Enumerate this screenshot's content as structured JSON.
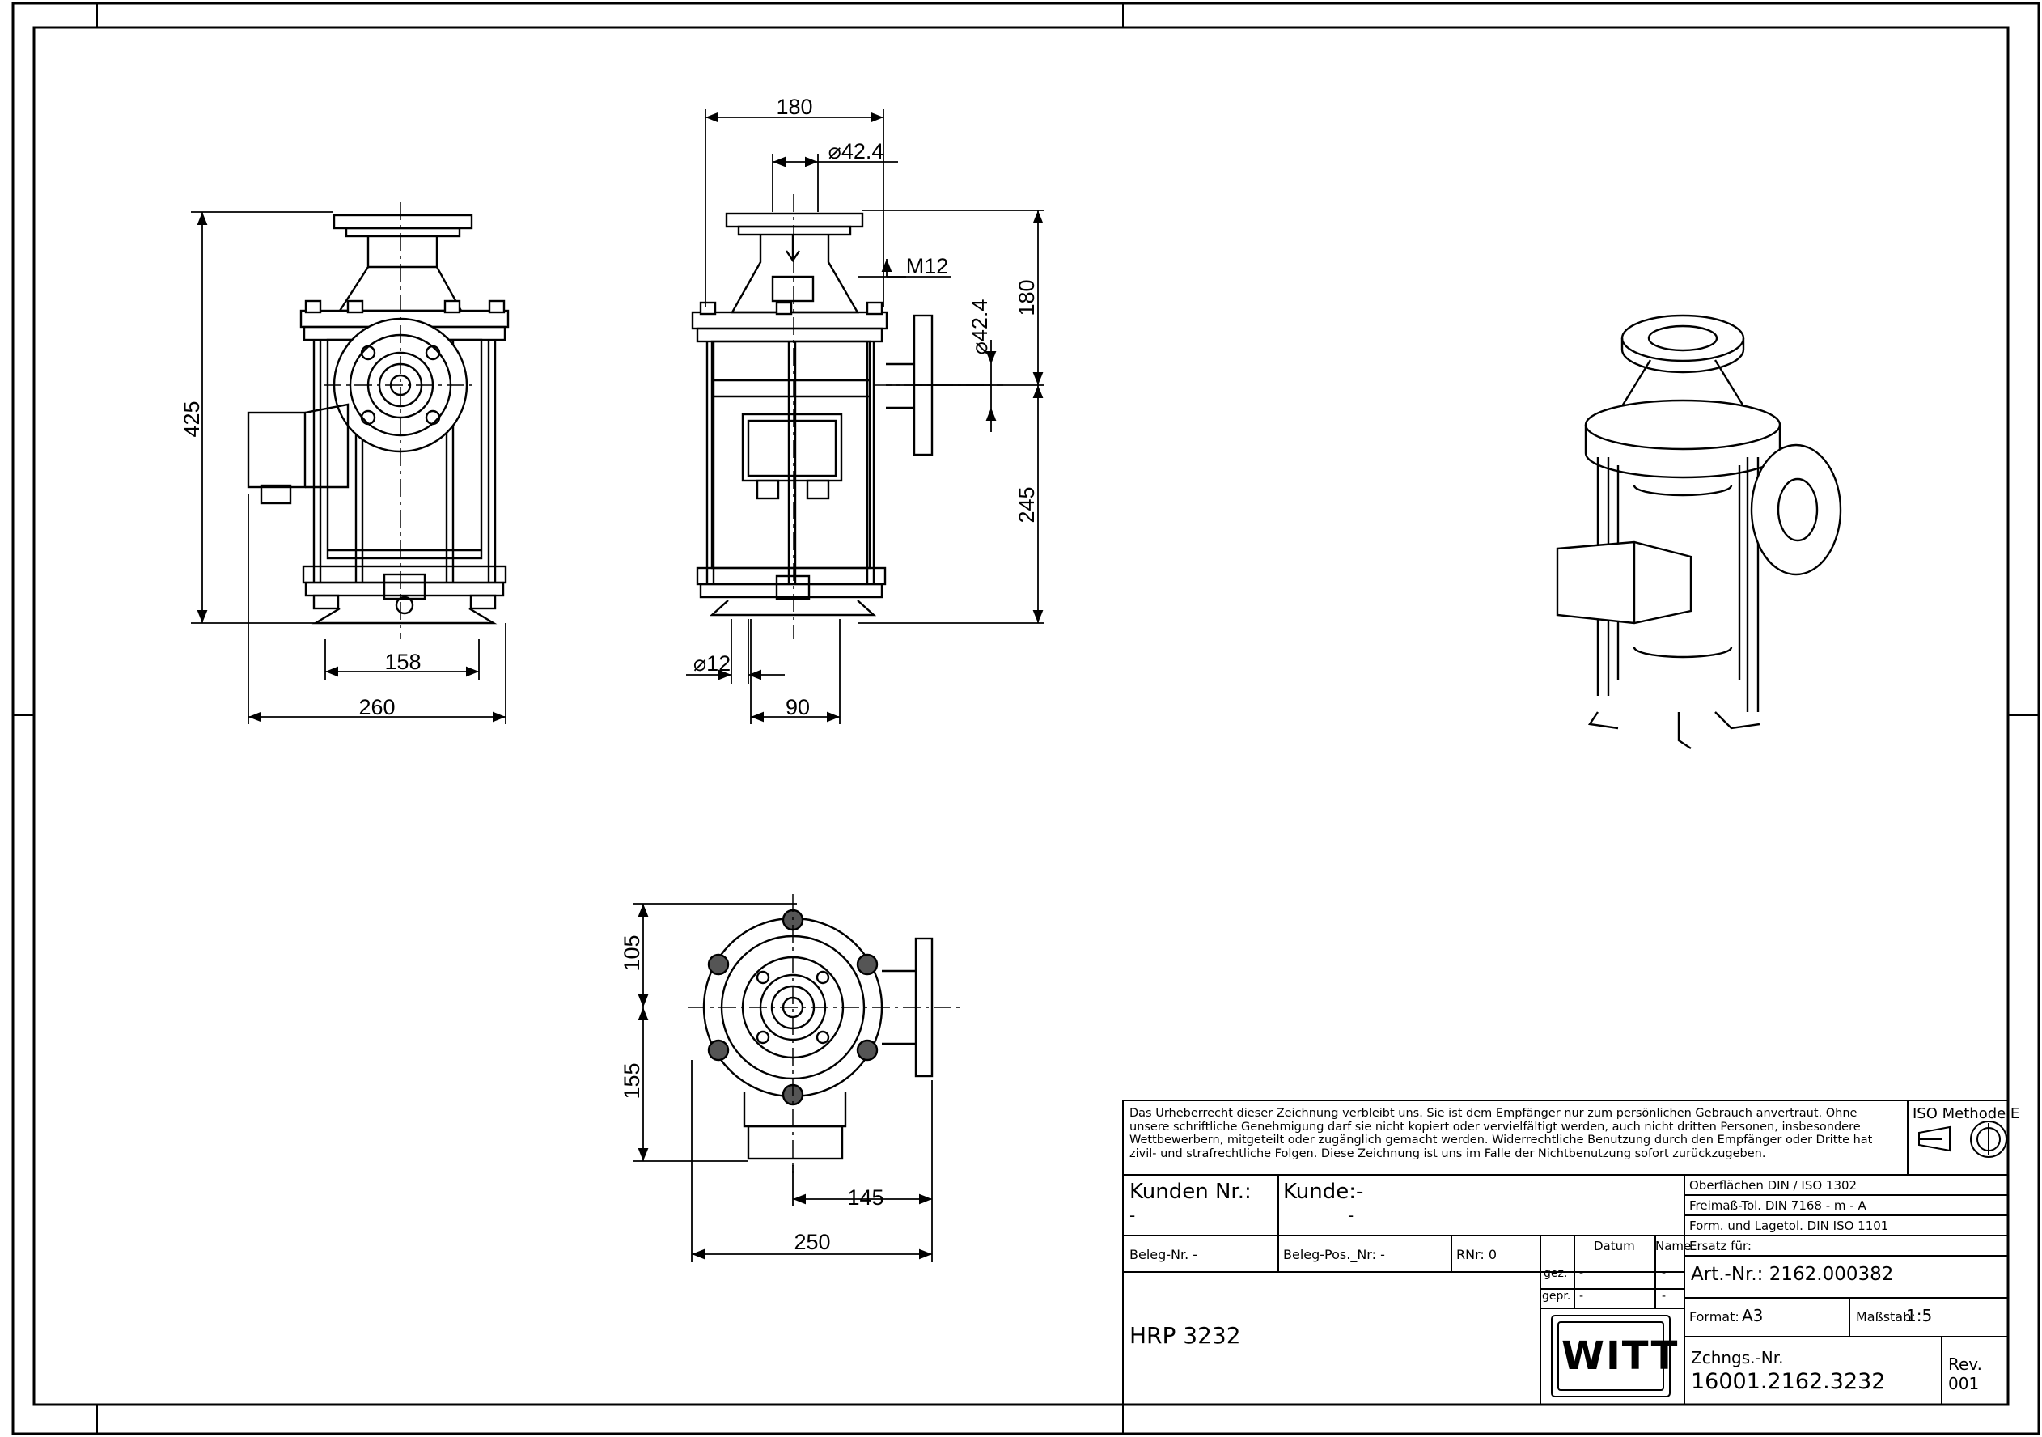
{
  "drawing": {
    "dimensions": {
      "front_height": "425",
      "front_bolt_span": "158",
      "front_width": "260",
      "side_top_width": "180",
      "side_inlet_dia": "⌀42.4",
      "side_thread": "M12",
      "side_outlet_dia": "⌀42.4",
      "side_upper_height": "180",
      "side_lower_height": "245",
      "side_foot_dia": "⌀12",
      "side_foot_span": "90",
      "top_upper": "105",
      "top_lower": "155",
      "top_outlet_offset": "145",
      "top_width": "250"
    }
  },
  "title_block": {
    "copyright_notice": "Das Urheberrecht dieser Zeichnung verbleibt uns. Sie ist dem Empfänger nur zum persönlichen Gebrauch anvertraut. Ohne unsere schriftliche Genehmigung darf sie nicht kopiert oder vervielfältigt werden, auch nicht dritten Personen, insbesondere Wettbewerbern, mitgeteilt oder zugänglich gemacht werden. Widerrechtliche Benutzung durch den Empfänger oder Dritte hat zivil- und strafrechtliche Folgen. Diese Zeichnung ist uns im Falle der Nichtbenutzung sofort zurückzugeben.",
    "projection_method": "ISO Methode E",
    "kunden_nr_label": "Kunden Nr.:",
    "kunden_nr_value": "-",
    "kunde_label": "Kunde:-",
    "kunde_value": "-",
    "surfaces": "Oberflächen DIN / ISO 1302",
    "tolerance": "Freimaß-Tol. DIN 7168 - m - A",
    "form_tolerance": "Form. und Lagetol. DIN ISO 1101",
    "replacement": "Ersatz für:",
    "beleg_nr": "Beleg-Nr. -",
    "beleg_pos": "Beleg-Pos._Nr: -",
    "rnr": "RNr: 0",
    "datum_label": "Datum",
    "name_label": "Name",
    "gez_label": "gez.",
    "gez_date": "-",
    "gez_name": "-",
    "gepr_label": "gepr.",
    "gepr_date": "-",
    "gepr_name": "-",
    "art_nr": "Art.-Nr.: 2162.000382",
    "product": "HRP 3232",
    "format_label": "Format:",
    "format_value": "A3",
    "scale_label": "Maßstab:",
    "scale_value": "1:5",
    "logo_text": "WITT",
    "drawing_nr_label": "Zchngs.-Nr.",
    "drawing_nr": "16001.2162.3232",
    "rev_label": "Rev.",
    "rev_value": "001"
  }
}
